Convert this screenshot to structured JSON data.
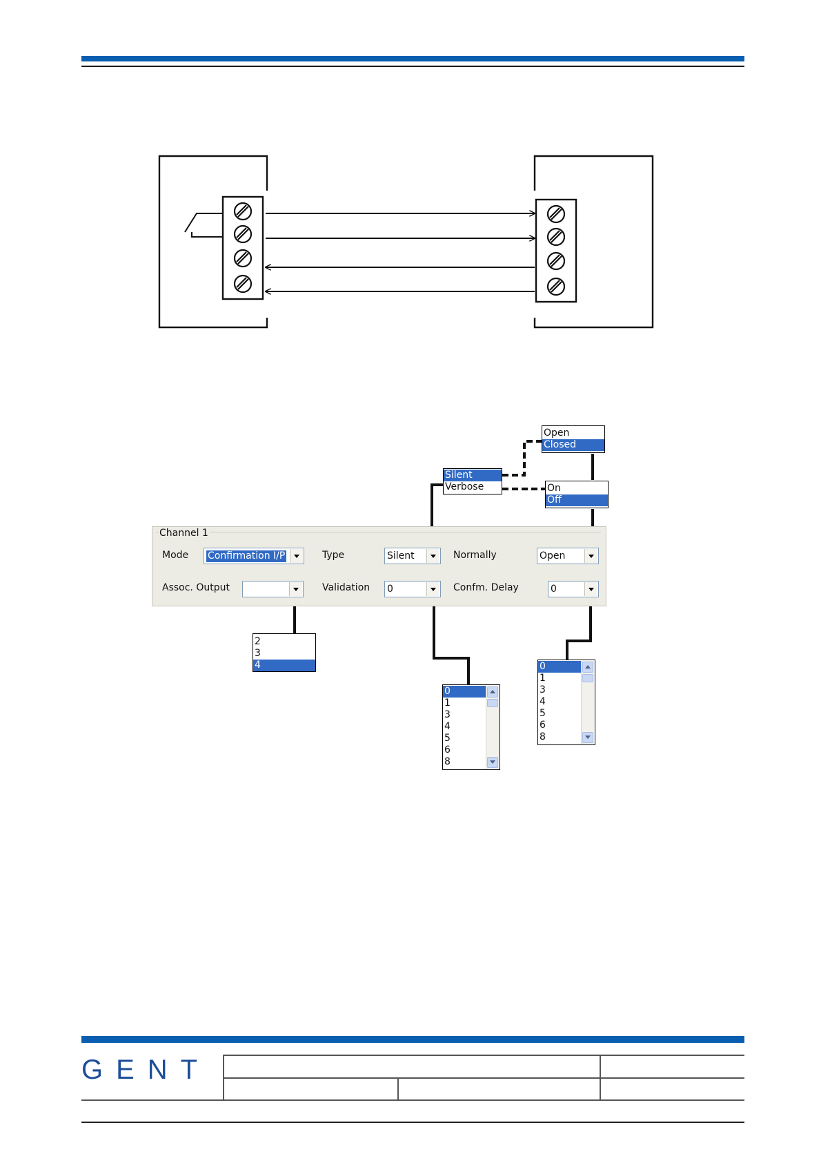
{
  "footer": {
    "logo_text": "GENT"
  },
  "channel": {
    "group_label": "Channel 1",
    "mode_label": "Mode",
    "mode_value": "Confirmation I/P",
    "type_label": "Type",
    "type_value": "Silent",
    "normally_label": "Normally",
    "normally_value": "Open",
    "assoc_label": "Assoc. Output",
    "assoc_value": "",
    "validation_label": "Validation",
    "validation_value": "0",
    "confm_label": "Confm. Delay",
    "confm_value": "0"
  },
  "lists": {
    "normally_options": [
      "Open",
      "Closed"
    ],
    "normally_selected": 1,
    "type_options": [
      "Silent",
      "Verbose"
    ],
    "type_selected": 0,
    "onoff_options": [
      "On",
      "Off"
    ],
    "onoff_selected": 1,
    "assoc_options": [
      "2",
      "3",
      "4"
    ],
    "assoc_selected": 2,
    "validation_options": [
      "0",
      "1",
      "3",
      "4",
      "5",
      "6",
      "8"
    ],
    "validation_selected": 0,
    "confm_options": [
      "0",
      "1",
      "3",
      "4",
      "5",
      "6",
      "8"
    ],
    "confm_selected": 0
  },
  "colors": {
    "header_rule": "#0a5eb0",
    "logo": "#1d4e9a",
    "selection": "#316ac5"
  }
}
